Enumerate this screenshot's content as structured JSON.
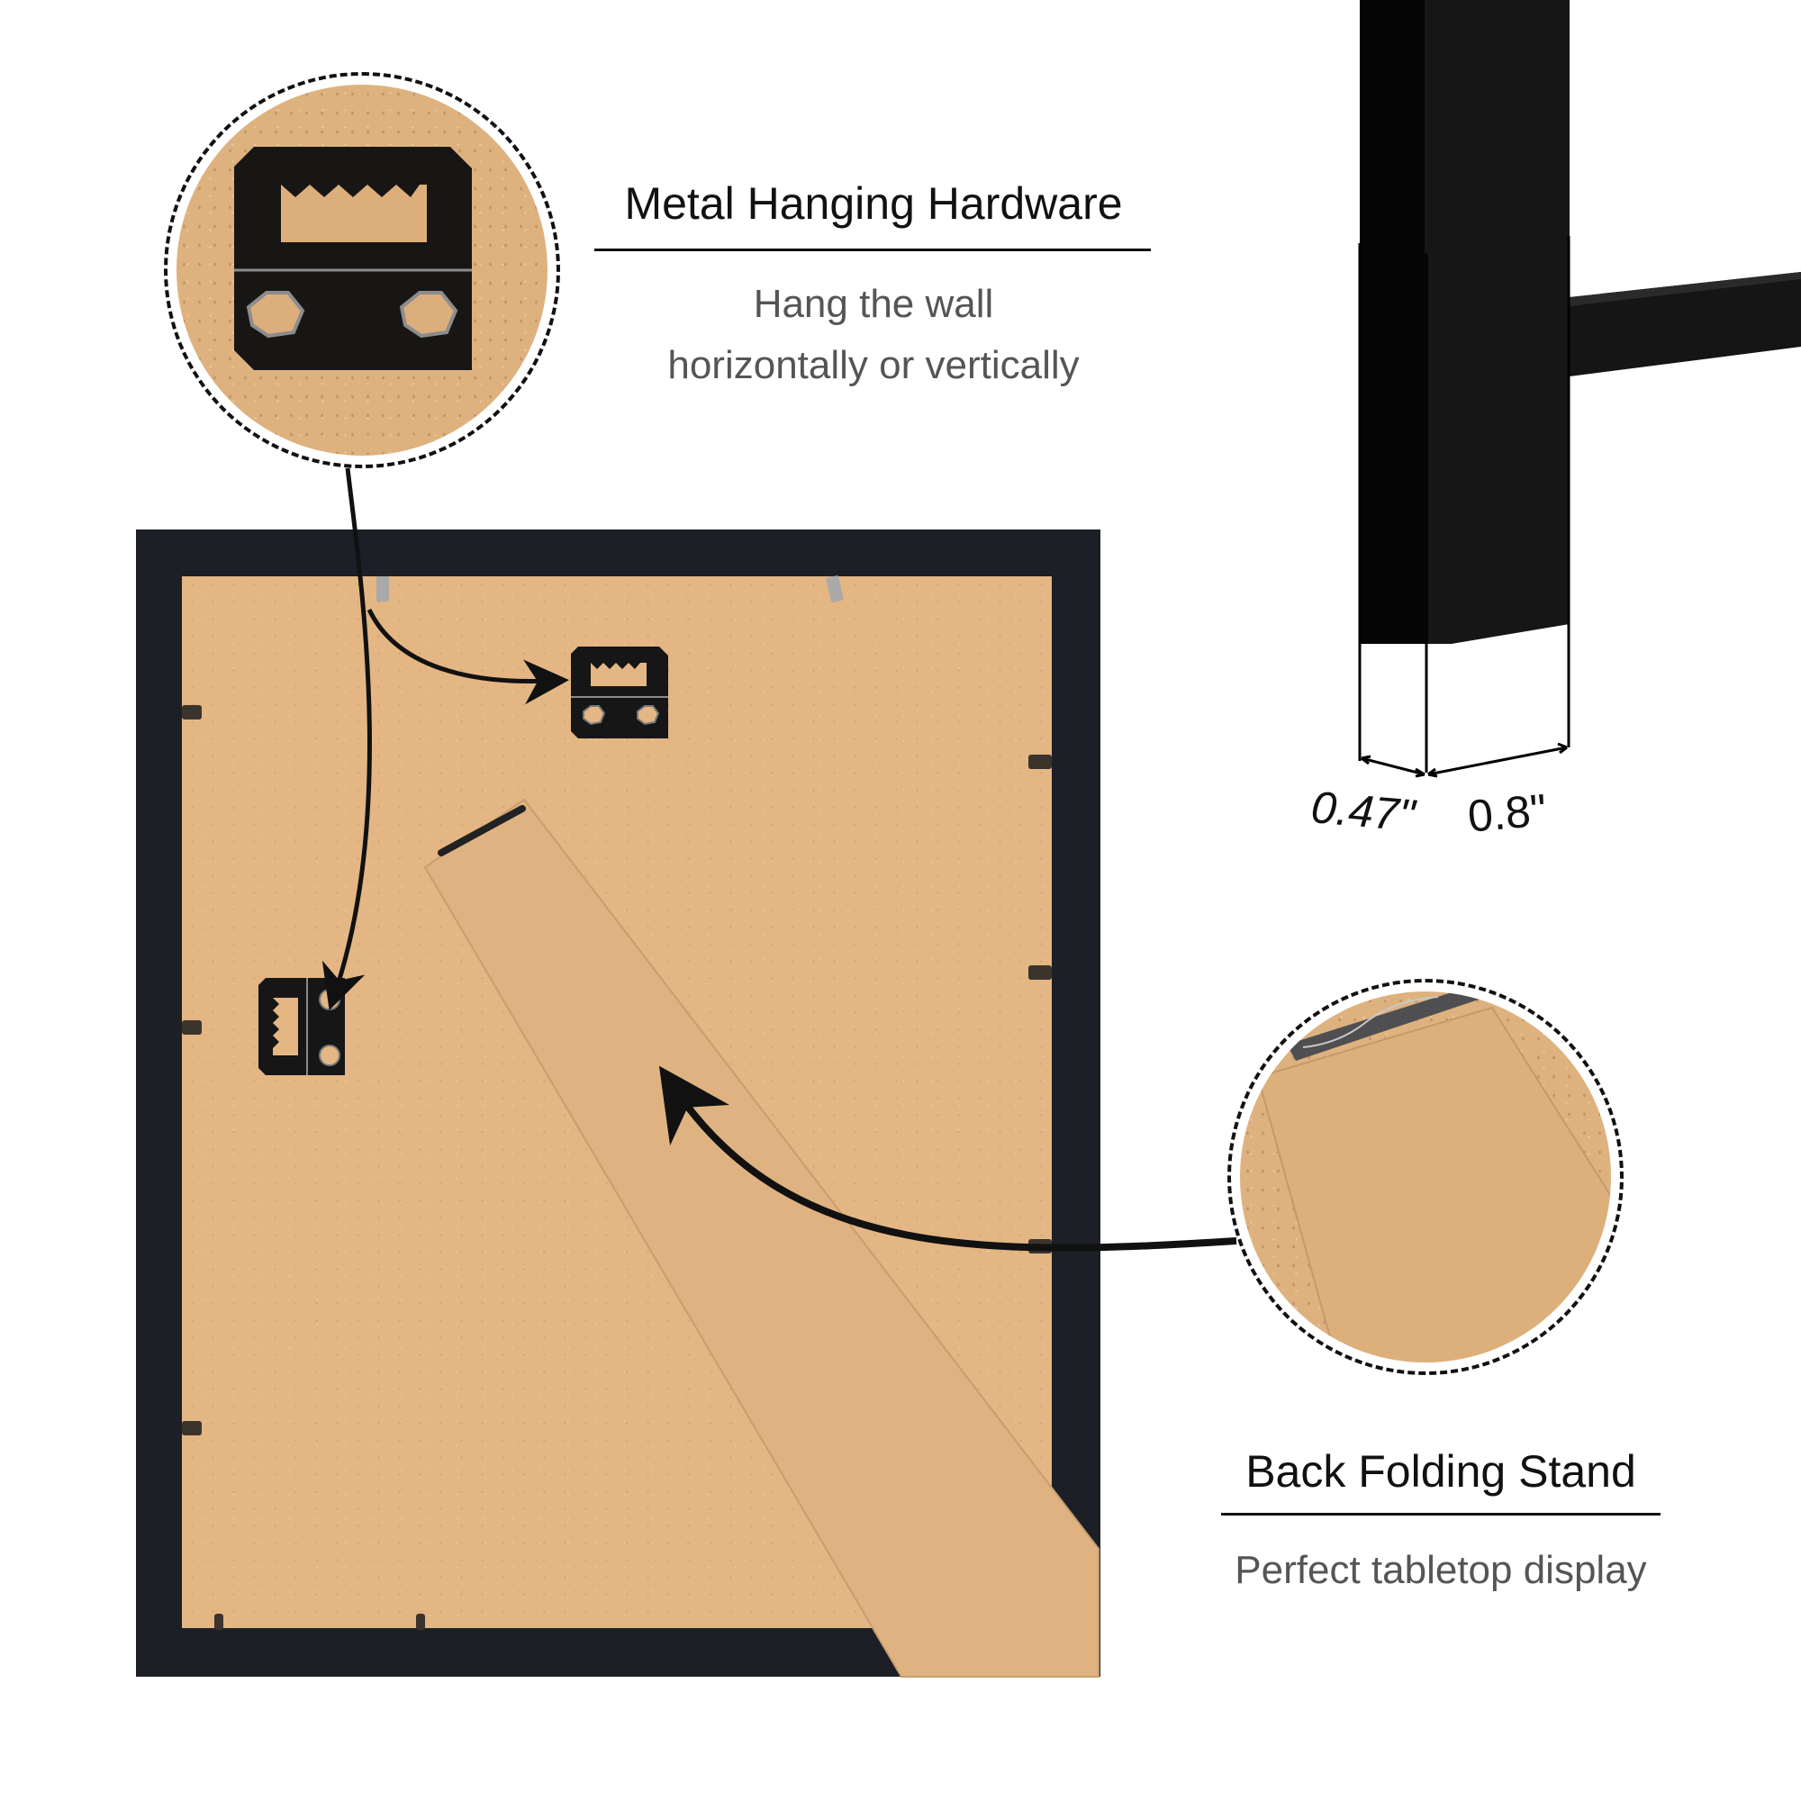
{
  "features": {
    "hanging": {
      "title": "Metal Hanging Hardware",
      "line1": "Hang the wall",
      "line2": "horizontally or vertically"
    },
    "stand": {
      "title": "Back Folding Stand",
      "line1": "Perfect tabletop display"
    }
  },
  "dimensions": {
    "depth": "0.47\"",
    "width": "0.8\""
  },
  "colors": {
    "frame": "#1c1f26",
    "backboard": "#e3b684",
    "hardware": "#1a1a1a",
    "text_primary": "#111111",
    "text_secondary": "#555555"
  },
  "icons": {
    "hanging_hardware": "sawtooth-hanger-icon",
    "folding_stand": "easel-stand-icon",
    "arrow": "curved-arrow-icon"
  }
}
